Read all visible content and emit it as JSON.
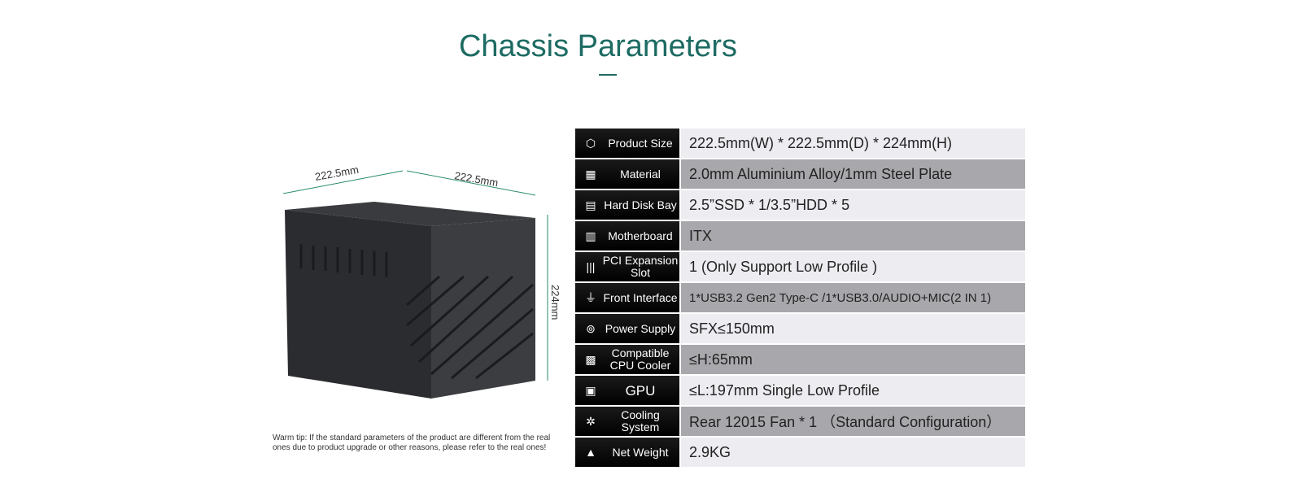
{
  "title": "Chassis Parameters",
  "dimensions": {
    "width": "222.5mm",
    "depth": "222.5mm",
    "height": "224mm"
  },
  "specs": [
    {
      "label": "Product Size",
      "icon": "cube-icon",
      "value": "222.5mm(W) * 222.5mm(D)  * 224mm(H)"
    },
    {
      "label": "Material",
      "icon": "plate-icon",
      "value": "2.0mm Aluminium Alloy/1mm Steel Plate"
    },
    {
      "label": "Hard Disk Bay",
      "icon": "ssd-icon",
      "value": "2.5”SSD * 1/3.5”HDD * 5"
    },
    {
      "label": "Motherboard",
      "icon": "motherboard-icon",
      "value": "ITX"
    },
    {
      "label": "PCI Expansion Slot",
      "icon": "pci-slot-icon",
      "value": "1 (Only Support Low Profile )"
    },
    {
      "label": "Front Interface",
      "icon": "usb-icon",
      "value": "1*USB3.2 Gen2 Type-C /1*USB3.0/AUDIO+MIC(2 IN 1)"
    },
    {
      "label": "Power Supply",
      "icon": "power-supply-icon",
      "value": "SFX≤150mm"
    },
    {
      "label": "Compatible CPU Cooler",
      "icon": "cpu-cooler-icon",
      "value": "≤H:65mm"
    },
    {
      "label": "GPU",
      "icon": "gpu-icon",
      "value": "≤L:197mm Single Low Profile"
    },
    {
      "label": "Cooling System",
      "icon": "fan-icon",
      "value": "Rear 12015 Fan * 1 （Standard Configuration）"
    },
    {
      "label": "Net Weight",
      "icon": "weight-icon",
      "value": "2.9KG"
    }
  ],
  "tip": "Warm tip: If the standard parameters of the product are different from the real ones due to product upgrade or other reasons, please refer to the real ones!"
}
